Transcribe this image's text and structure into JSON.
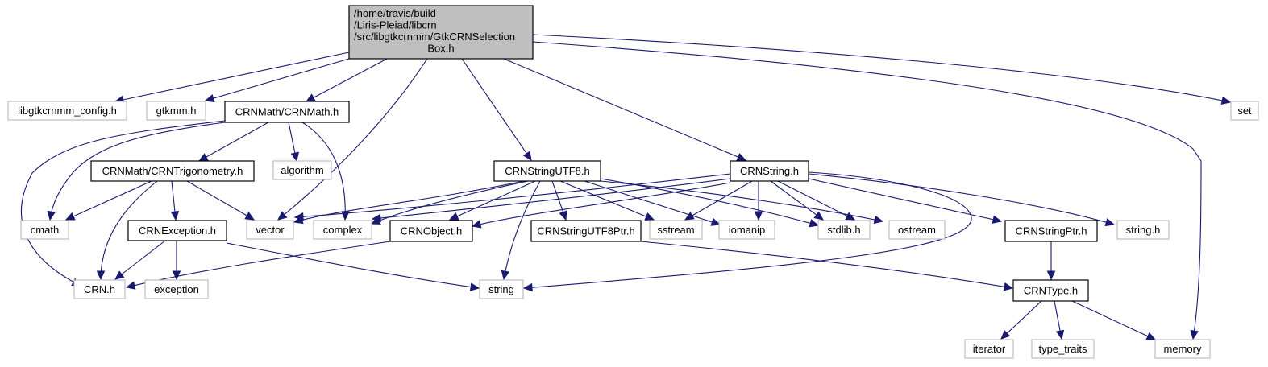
{
  "diagram": {
    "type": "include-dependency-graph",
    "edge_color": "#191970",
    "root_fill": "#bfbfbf",
    "documented_border": "#000000",
    "external_border": "#bfbfbf",
    "root": {
      "id": "root",
      "lines": [
        "/home/travis/build",
        "/Liris-Pleiad/libcrn",
        "/src/libgtkcrnmm/GtkCRNSelection",
        "Box.h"
      ]
    },
    "nodes": [
      {
        "id": "libgtkcrnmm_config",
        "label": "libgtkcrnmm_config.h",
        "kind": "external"
      },
      {
        "id": "gtkmm",
        "label": "gtkmm.h",
        "kind": "external"
      },
      {
        "id": "crnmath",
        "label": "CRNMath/CRNMath.h",
        "kind": "documented"
      },
      {
        "id": "set",
        "label": "set",
        "kind": "external"
      },
      {
        "id": "crntrig",
        "label": "CRNMath/CRNTrigonometry.h",
        "kind": "documented"
      },
      {
        "id": "algorithm",
        "label": "algorithm",
        "kind": "external"
      },
      {
        "id": "crnstringutf8",
        "label": "CRNStringUTF8.h",
        "kind": "documented"
      },
      {
        "id": "crnstring",
        "label": "CRNString.h",
        "kind": "documented"
      },
      {
        "id": "cmath",
        "label": "cmath",
        "kind": "external"
      },
      {
        "id": "crnexception",
        "label": "CRNException.h",
        "kind": "documented"
      },
      {
        "id": "vector",
        "label": "vector",
        "kind": "external"
      },
      {
        "id": "complex",
        "label": "complex",
        "kind": "external"
      },
      {
        "id": "crnobject",
        "label": "CRNObject.h",
        "kind": "documented"
      },
      {
        "id": "crnstringutf8ptr",
        "label": "CRNStringUTF8Ptr.h",
        "kind": "documented"
      },
      {
        "id": "sstream",
        "label": "sstream",
        "kind": "external"
      },
      {
        "id": "iomanip",
        "label": "iomanip",
        "kind": "external"
      },
      {
        "id": "stdlib",
        "label": "stdlib.h",
        "kind": "external"
      },
      {
        "id": "ostream",
        "label": "ostream",
        "kind": "external"
      },
      {
        "id": "crnstringptr",
        "label": "CRNStringPtr.h",
        "kind": "documented"
      },
      {
        "id": "stringh",
        "label": "string.h",
        "kind": "external"
      },
      {
        "id": "crn",
        "label": "CRN.h",
        "kind": "external"
      },
      {
        "id": "exception",
        "label": "exception",
        "kind": "external"
      },
      {
        "id": "string",
        "label": "string",
        "kind": "external"
      },
      {
        "id": "crntype",
        "label": "CRNType.h",
        "kind": "documented"
      },
      {
        "id": "iterator",
        "label": "iterator",
        "kind": "external"
      },
      {
        "id": "type_traits",
        "label": "type_traits",
        "kind": "external"
      },
      {
        "id": "memory",
        "label": "memory",
        "kind": "external"
      }
    ],
    "edges": [
      [
        "root",
        "libgtkcrnmm_config"
      ],
      [
        "root",
        "gtkmm"
      ],
      [
        "root",
        "crnmath"
      ],
      [
        "root",
        "vector"
      ],
      [
        "root",
        "crnstringutf8"
      ],
      [
        "root",
        "crnstring"
      ],
      [
        "root",
        "memory"
      ],
      [
        "root",
        "set"
      ],
      [
        "crnmath",
        "crn"
      ],
      [
        "crnmath",
        "cmath"
      ],
      [
        "crnmath",
        "crntrig"
      ],
      [
        "crnmath",
        "algorithm"
      ],
      [
        "crnmath",
        "complex"
      ],
      [
        "crntrig",
        "cmath"
      ],
      [
        "crntrig",
        "crn"
      ],
      [
        "crntrig",
        "crnexception"
      ],
      [
        "crntrig",
        "vector"
      ],
      [
        "crnexception",
        "crn"
      ],
      [
        "crnexception",
        "exception"
      ],
      [
        "crnexception",
        "string"
      ],
      [
        "crnobject",
        "crn"
      ],
      [
        "crnstringutf8",
        "vector"
      ],
      [
        "crnstringutf8",
        "complex"
      ],
      [
        "crnstringutf8",
        "crnobject"
      ],
      [
        "crnstringutf8",
        "string"
      ],
      [
        "crnstringutf8",
        "crnstringutf8ptr"
      ],
      [
        "crnstringutf8",
        "sstream"
      ],
      [
        "crnstringutf8",
        "iomanip"
      ],
      [
        "crnstringutf8",
        "stdlib"
      ],
      [
        "crnstringutf8",
        "ostream"
      ],
      [
        "crnstringutf8ptr",
        "crntype"
      ],
      [
        "crnstring",
        "vector"
      ],
      [
        "crnstring",
        "complex"
      ],
      [
        "crnstring",
        "crnobject"
      ],
      [
        "crnstring",
        "sstream"
      ],
      [
        "crnstring",
        "iomanip"
      ],
      [
        "crnstring",
        "stdlib"
      ],
      [
        "crnstring",
        "ostream"
      ],
      [
        "crnstring",
        "crnstringptr"
      ],
      [
        "crnstring",
        "stringh"
      ],
      [
        "crnstring",
        "string"
      ],
      [
        "crnstringptr",
        "crntype"
      ],
      [
        "crntype",
        "iterator"
      ],
      [
        "crntype",
        "type_traits"
      ],
      [
        "crntype",
        "memory"
      ]
    ]
  }
}
